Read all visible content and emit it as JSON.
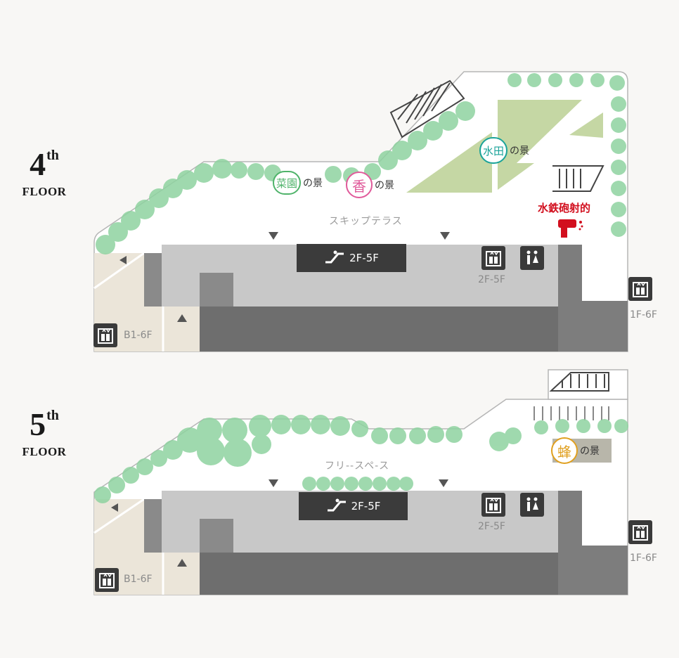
{
  "floors": [
    {
      "number": "4",
      "suffix": "th",
      "word": "FLOOR",
      "area_label": "スキップテラス",
      "escalator_label": "2F-5F",
      "elevator_center_label": "2F-5F",
      "elevator_left_label": "B1-6F",
      "elevator_right_label": "1F-6F",
      "spots": [
        {
          "char": "菜園",
          "suffix": "の景",
          "color": "#4fb36a"
        },
        {
          "char": "香",
          "suffix": "の景",
          "color": "#e05a9a"
        },
        {
          "char": "水田",
          "suffix": "の景",
          "color": "#1aa399"
        }
      ],
      "attraction": {
        "label": "水鉄砲射的",
        "color": "#d20f1e"
      }
    },
    {
      "number": "5",
      "suffix": "th",
      "word": "FLOOR",
      "area_label": "フリ--スペ-ス",
      "escalator_label": "2F-5F",
      "elevator_center_label": "2F-5F",
      "elevator_left_label": "B1-6F",
      "elevator_right_label": "1F-6F",
      "spots": [
        {
          "char": "蜂",
          "suffix": "の景",
          "color": "#e0a020"
        }
      ]
    }
  ],
  "icons": {
    "elevator": "elevator-icon",
    "restroom": "restroom-icon",
    "escalator": "escalator-icon",
    "water_gun": "water-gun-icon"
  },
  "colors": {
    "background": "#f8f7f5",
    "tree": "#8fd3a0",
    "lawn": "#c5d7a4",
    "building_light": "#c8c8c8",
    "building_mid": "#8a8a8a",
    "building_dark": "#6e6e6e",
    "beige": "#ebe5d9"
  }
}
